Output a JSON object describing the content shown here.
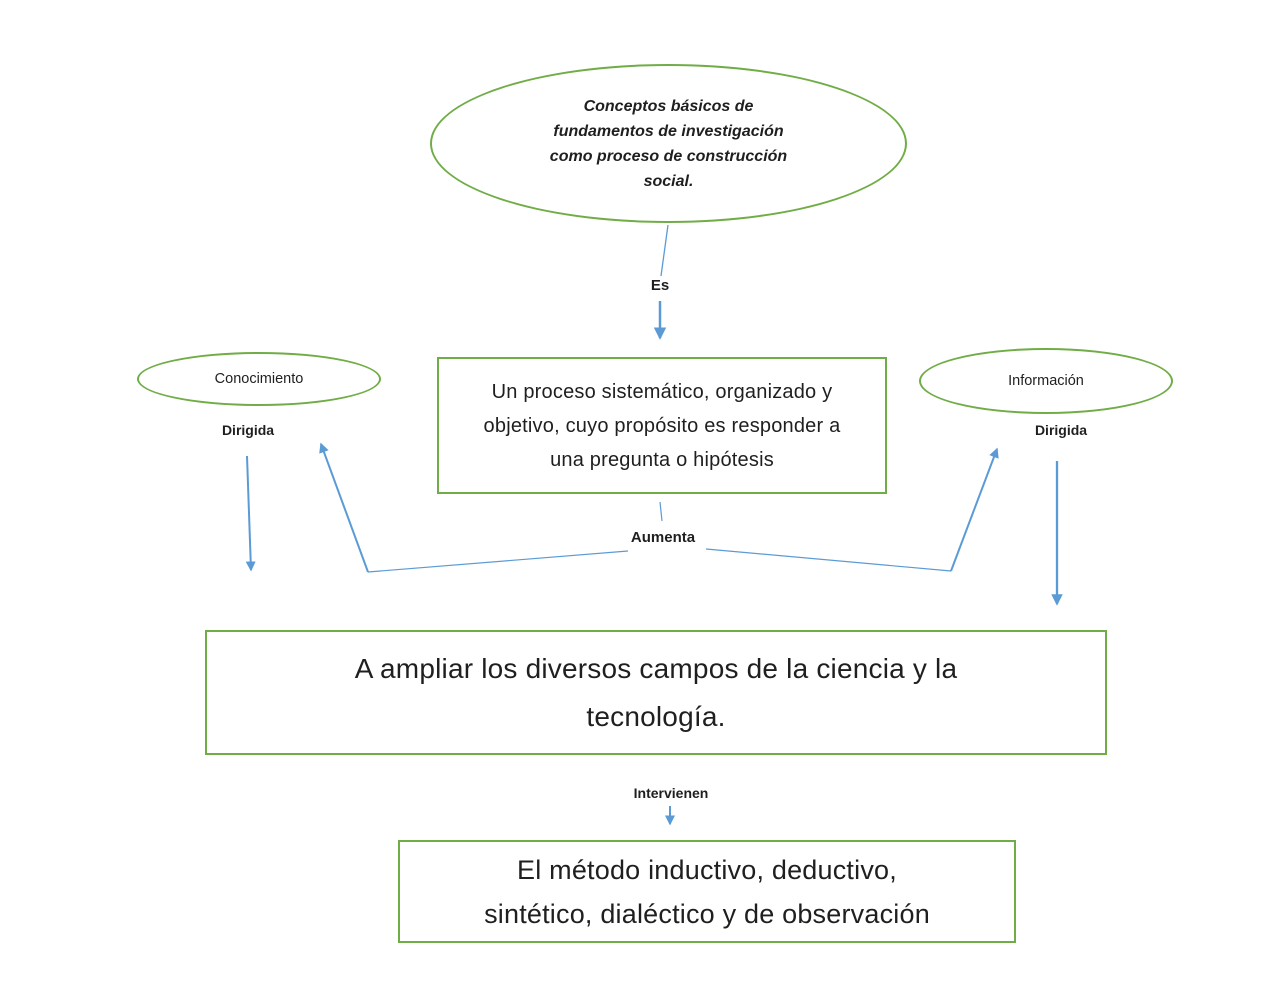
{
  "diagram": {
    "type": "concept-map",
    "language": "es",
    "colors": {
      "shape_border": "#70AD47",
      "connector": "#5B9BD5",
      "text": "#1f1f1f",
      "background": "#ffffff"
    },
    "nodes": {
      "root": {
        "shape": "ellipse",
        "text": "Conceptos básicos de\nfundamentos de investigación\ncomo proceso de construcción\nsocial."
      },
      "definition": {
        "shape": "rectangle",
        "text": "Un proceso sistemático, organizado y\nobjetivo, cuyo propósito es responder a\nuna pregunta o hipótesis"
      },
      "conocimiento": {
        "shape": "ellipse",
        "text": "Conocimiento"
      },
      "informacion": {
        "shape": "ellipse",
        "text": "Información"
      },
      "ampliar": {
        "shape": "rectangle",
        "text": "A ampliar los diversos campos de la ciencia y la\ntecnología."
      },
      "metodo": {
        "shape": "rectangle",
        "text": "El método inductivo, deductivo,\nsintético, dialéctico y de observación"
      }
    },
    "labels": {
      "es": "Es",
      "dirigida_left": "Dirigida",
      "dirigida_right": "Dirigida",
      "aumenta": "Aumenta",
      "intervienen": "Intervienen"
    }
  }
}
